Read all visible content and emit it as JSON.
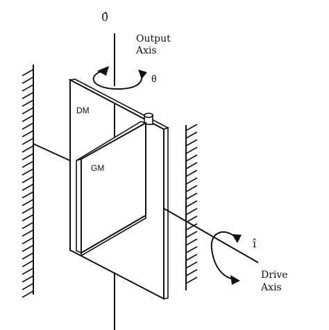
{
  "labels": {
    "output_unit_vector": "0̂",
    "output_axis_line1": "Output",
    "output_axis_line2": "Axis",
    "theta": "θ",
    "dm_plate": "DM",
    "gm_plate": "GM",
    "input_unit_vector": "î",
    "drive_axis_line1": "Drive",
    "drive_axis_line2": "Axis"
  }
}
